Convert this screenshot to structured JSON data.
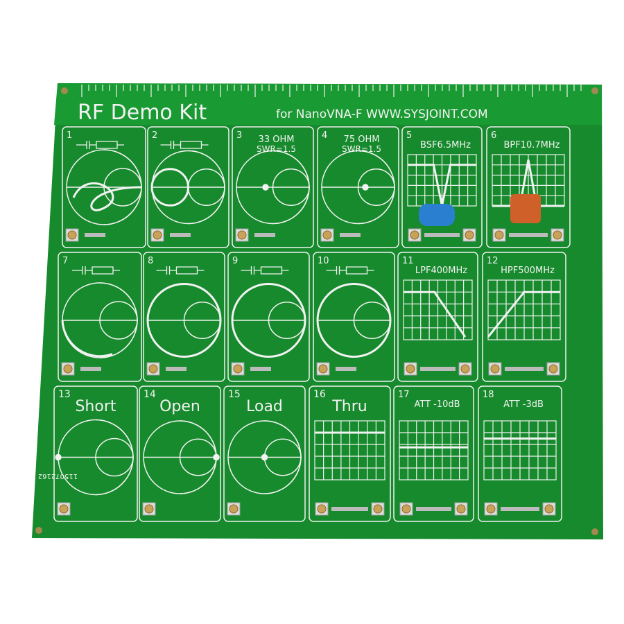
{
  "board": {
    "title": "RF Demo Kit",
    "subtitle": "for NanoVNA-F WWW.SYSJOINT.COM",
    "serial": "115072162",
    "colors": {
      "pcb": "#168a2c",
      "silkscreen": "#f2f2f2",
      "connector": "#c9a25a"
    }
  },
  "cells": [
    {
      "num": "1",
      "label": "",
      "kind": "smith-loop"
    },
    {
      "num": "2",
      "label": "",
      "kind": "smith-circle"
    },
    {
      "num": "3",
      "label": "33 OHM",
      "sub": "SWR=1.5",
      "kind": "smith-dot-left"
    },
    {
      "num": "4",
      "label": "75 OHM",
      "sub": "SWR=1.5",
      "kind": "smith-dot-right"
    },
    {
      "num": "5",
      "label": "BSF6.5MHz",
      "kind": "grid-notch"
    },
    {
      "num": "6",
      "label": "BPF10.7MHz",
      "kind": "grid-peak"
    },
    {
      "num": "7",
      "label": "",
      "kind": "smith-arc"
    },
    {
      "num": "8",
      "label": "",
      "kind": "smith-outer"
    },
    {
      "num": "9",
      "label": "",
      "kind": "smith-outer"
    },
    {
      "num": "10",
      "label": "",
      "kind": "smith-outer"
    },
    {
      "num": "11",
      "label": "LPF400MHz",
      "kind": "grid-lowpass"
    },
    {
      "num": "12",
      "label": "HPF500MHz",
      "kind": "grid-highpass"
    },
    {
      "num": "13",
      "label": "Short",
      "kind": "smith-short"
    },
    {
      "num": "14",
      "label": "Open",
      "kind": "smith-open"
    },
    {
      "num": "15",
      "label": "Load",
      "kind": "smith-load"
    },
    {
      "num": "16",
      "label": "Thru",
      "kind": "grid-flat-top"
    },
    {
      "num": "17",
      "label": "ATT -10dB",
      "kind": "grid-flat-mid"
    },
    {
      "num": "18",
      "label": "ATT -3dB",
      "kind": "grid-flat-high"
    }
  ]
}
